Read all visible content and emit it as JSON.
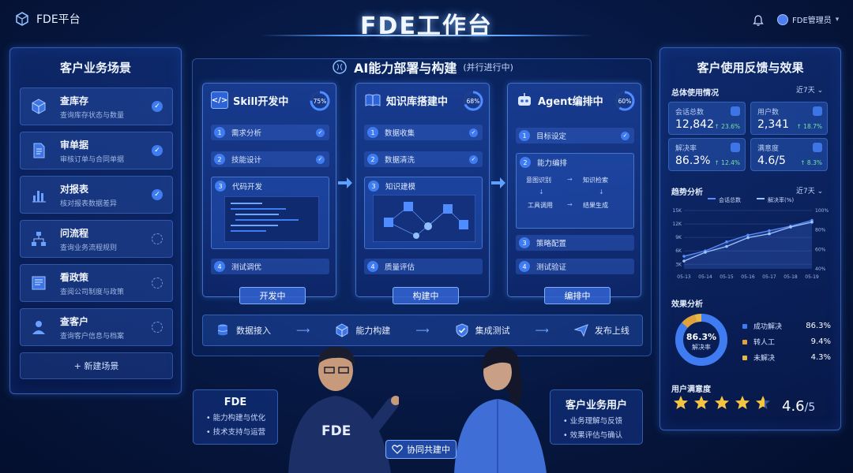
{
  "header": {
    "brand": "FDE平台",
    "title": "FDE工作台",
    "user": "FDE管理员"
  },
  "left": {
    "title": "客户业务场景",
    "items": [
      {
        "name": "查库存",
        "desc": "查询库存状态与数量",
        "icon": "cube-icon",
        "done": true
      },
      {
        "name": "审单据",
        "desc": "审核订单与合同单据",
        "icon": "document-icon",
        "done": true
      },
      {
        "name": "对报表",
        "desc": "核对报表数据差异",
        "icon": "bar-chart-icon",
        "done": true
      },
      {
        "name": "问流程",
        "desc": "查询业务流程规则",
        "icon": "flow-icon",
        "done": false
      },
      {
        "name": "看政策",
        "desc": "查阅公司制度与政策",
        "icon": "book-icon",
        "done": false
      },
      {
        "name": "查客户",
        "desc": "查询客户信息与档案",
        "icon": "person-icon",
        "done": false
      }
    ],
    "add_label": "+ 新建场景"
  },
  "center": {
    "title": "AI能力部署与构建",
    "subtitle": "(并行进行中)",
    "stages": [
      {
        "title": "Skill开发中",
        "progress": "75%",
        "progress_value": 0.75,
        "icon": "code-icon",
        "steps": [
          "需求分析",
          "技能设计",
          "代码开发",
          "测试调优"
        ],
        "nums": [
          "1",
          "2",
          "3",
          "4"
        ],
        "button": "开发中"
      },
      {
        "title": "知识库搭建中",
        "progress": "68%",
        "progress_value": 0.68,
        "icon": "book-open-icon",
        "steps": [
          "数据收集",
          "数据清洗",
          "知识建模",
          "质量评估"
        ],
        "nums": [
          "1",
          "2",
          "3",
          "4"
        ],
        "button": "构建中"
      },
      {
        "title": "Agent编排中",
        "progress": "60%",
        "progress_value": 0.6,
        "icon": "robot-icon",
        "steps": [
          "目标设定",
          "能力编排",
          "策略配置",
          "测试验证"
        ],
        "nums": [
          "1",
          "2",
          "3",
          "4"
        ],
        "flow": [
          "意图识别",
          "知识检索",
          "工具调用",
          "结果生成"
        ],
        "button": "编排中"
      }
    ],
    "pipeline": [
      "数据接入",
      "能力构建",
      "集成测试",
      "发布上线"
    ]
  },
  "right": {
    "title": "客户使用反馈与效果",
    "overview_title": "总体使用情况",
    "range": "近7天",
    "metrics": [
      {
        "label": "会话总数",
        "value": "12,842",
        "delta": "↑ 23.6%"
      },
      {
        "label": "用户数",
        "value": "2,341",
        "delta": "↑ 18.7%"
      },
      {
        "label": "解决率",
        "value": "86.3%",
        "delta": "↑ 12.4%"
      },
      {
        "label": "满意度",
        "value": "4.6/5",
        "delta": "↑ 8.3%"
      }
    ],
    "trend_title": "趋势分析",
    "trend_range": "近7天",
    "effect_title": "效果分析",
    "donut_value": "86.3%",
    "donut_label": "解决率",
    "breakdown": [
      {
        "label": "成功解决",
        "value": "86.3%",
        "color": "#3f7cf2"
      },
      {
        "label": "转人工",
        "value": "9.4%",
        "color": "#e0a23a"
      },
      {
        "label": "未解决",
        "value": "4.3%",
        "color": "#e6b84a"
      }
    ],
    "satisfaction_title": "用户满意度",
    "rating": "4.6",
    "rating_max": "/5",
    "stars": 4.6
  },
  "chart_data": {
    "type": "line",
    "categories": [
      "05-13",
      "05-14",
      "05-15",
      "05-16",
      "05-17",
      "05-18",
      "05-19"
    ],
    "series": [
      {
        "name": "会话总数",
        "values": [
          4800,
          6000,
          8000,
          9500,
          10500,
          11500,
          12800
        ],
        "color": "#5a8cff"
      },
      {
        "name": "解决率(%)",
        "values": [
          48,
          57,
          63,
          72,
          76,
          83,
          88
        ],
        "color": "#9fc4ff"
      }
    ],
    "y_left_ticks": [
      "3K",
      "6K",
      "9K",
      "12K",
      "15K"
    ],
    "y_right_ticks": [
      "40%",
      "60%",
      "80%",
      "100%"
    ],
    "ylim": [
      2000,
      15000
    ],
    "y2lim": [
      40,
      100
    ]
  },
  "bottom": {
    "fde_title": "FDE",
    "fde_lines": [
      "• 能力构建与优化",
      "• 技术支持与运营"
    ],
    "fde_shirt": "FDE",
    "client_title": "客户业务用户",
    "client_lines": [
      "• 业务理解与反馈",
      "• 效果评估与确认"
    ],
    "collab": "协同共建中"
  }
}
